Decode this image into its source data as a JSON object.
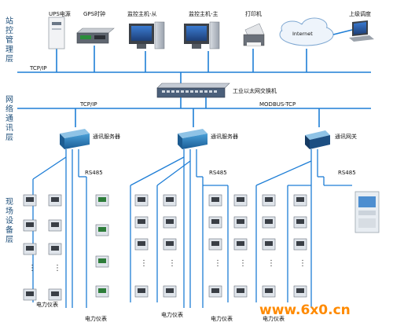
{
  "layers": {
    "station": "站控管理层",
    "network": "网络通讯层",
    "field": "现场设备层"
  },
  "devices": {
    "ups": "UPS电源",
    "gps": "GPS时钟",
    "monitor_slave": "监控主机-从",
    "monitor_master": "监控主机-主",
    "printer": "打印机",
    "internet": "Internet",
    "upper_dispatch": "上级调度"
  },
  "network": {
    "tcp_top": "TCP/IP",
    "switch": "工业以太网交换机",
    "tcp_left": "TCP/IP",
    "modbus": "MODBUS-TCP",
    "server1": "通讯服务器",
    "server2": "通讯服务器",
    "gateway": "通讯网关"
  },
  "field": {
    "rs485_1": "RS485",
    "rs485_2": "RS485",
    "rs485_3": "RS485",
    "meter_labels": [
      "电力仪表",
      "电力仪表",
      "电力仪表",
      "电力仪表",
      "电力仪表"
    ]
  },
  "watermark": "www.6x0.cn",
  "colors": {
    "bus": "#1e7ed6",
    "layer_text": "#1f4f7a",
    "watermark": "#ff8a00"
  }
}
